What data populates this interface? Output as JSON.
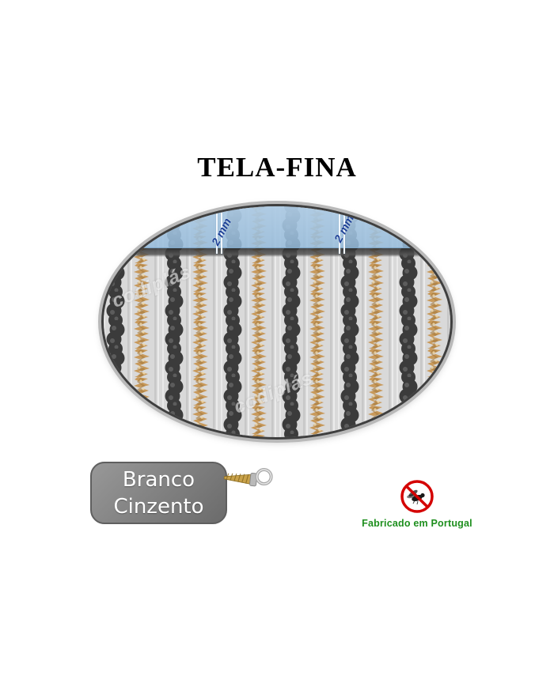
{
  "page": {
    "title": "TELA-FINA"
  },
  "photo": {
    "measurements": [
      "2 mm",
      "2 mm"
    ],
    "watermarks": [
      "codiplás",
      "codiplás"
    ]
  },
  "color_swatch": {
    "line1": "Branco",
    "line2": "Cinzento"
  },
  "origin": {
    "label": "Fabricado em Portugal"
  },
  "colors": {
    "measure_blue": "#1c3f96",
    "band_blue": "#aecbe4",
    "swatch_grey": "#7f7f7f",
    "origin_green": "#1e8f1e",
    "prohibit_red": "#d40000",
    "strip_dark": "#3b3b3b",
    "strip_tan": "#c8995a",
    "photo_base": "#d9d9d9"
  }
}
